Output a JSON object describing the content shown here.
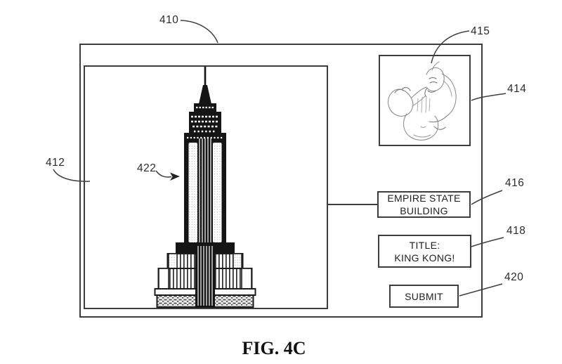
{
  "figure": {
    "caption": "FIG. 4C"
  },
  "callouts": {
    "c410": "410",
    "c412": "412",
    "c414": "414",
    "c415": "415",
    "c416": "416",
    "c418": "418",
    "c420": "420",
    "c422": "422"
  },
  "panel_boxes": {
    "name": {
      "line1": "EMPIRE STATE",
      "line2": "BUILDING"
    },
    "title": {
      "line1": "TITLE:",
      "line2": "KING KONG!"
    },
    "submit_label": "SUBMIT"
  },
  "icons": {
    "building": "empire-state-building-illustration",
    "gorilla": "king-kong-sketch"
  },
  "colors": {
    "line": "#3d3d3d",
    "text": "#1f1f1f",
    "ink": "#151515",
    "sketch": "#8f8f8f"
  }
}
